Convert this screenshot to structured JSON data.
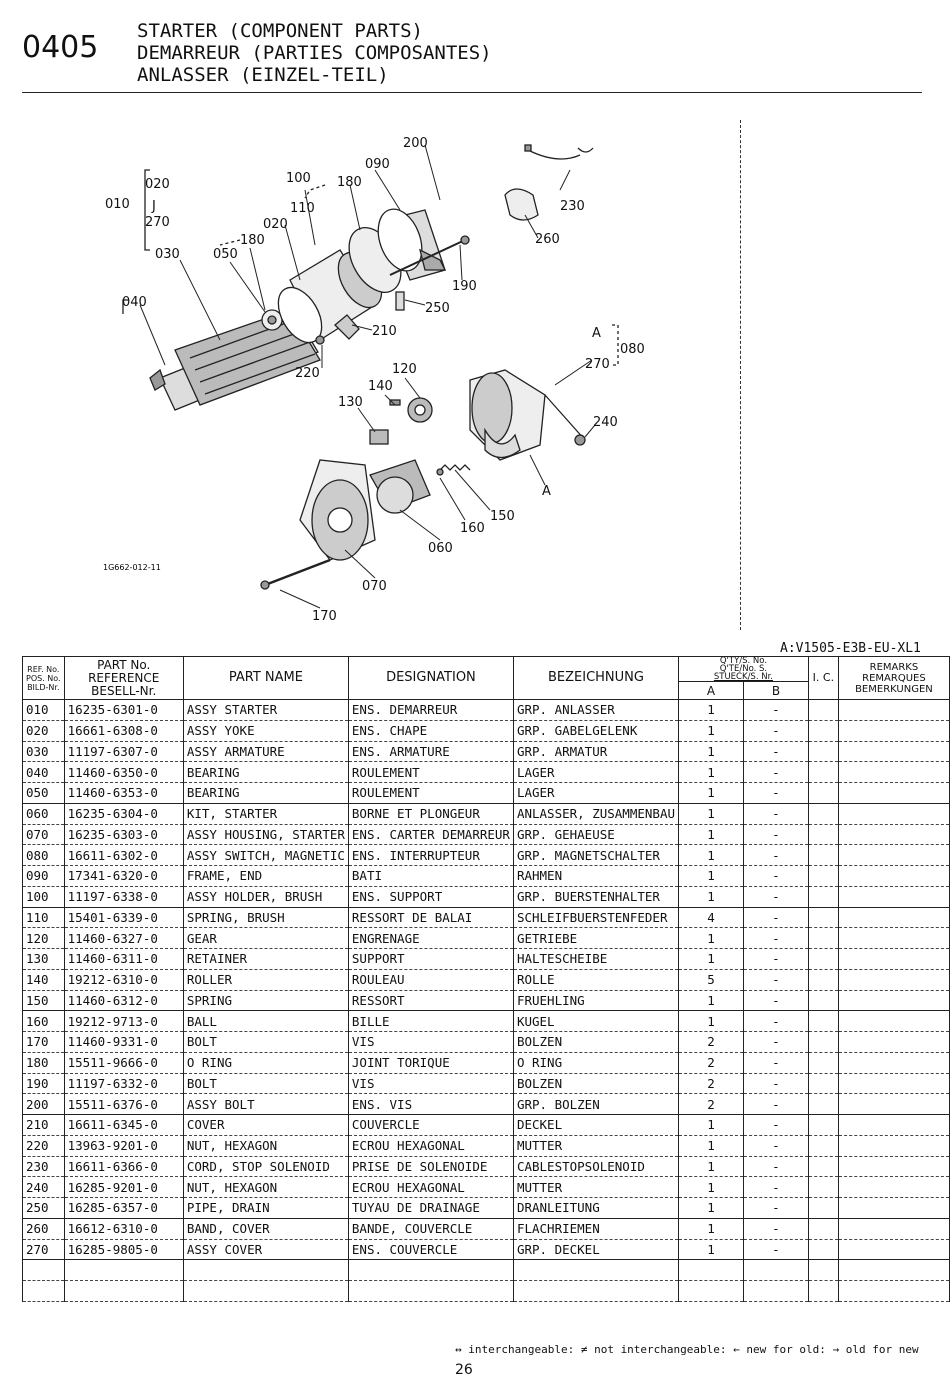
{
  "header": {
    "code": "0405",
    "title_en": "STARTER (COMPONENT PARTS)",
    "title_fr": "DEMARREUR (PARTIES COMPOSANTES)",
    "title_de": "ANLASSER  (EINZEL-TEIL)"
  },
  "diagram": {
    "image_code": "1G662-012-11",
    "labels": [
      "010",
      "020",
      "J",
      "270",
      "030",
      "040",
      "050",
      "180",
      "020",
      "100",
      "110",
      "180",
      "090",
      "200",
      "230",
      "260",
      "190",
      "250",
      "210",
      "220",
      "140",
      "120",
      "130",
      "A",
      "080",
      "270",
      "240",
      "A",
      "150",
      "160",
      "060",
      "070",
      "170"
    ]
  },
  "model_code": "A:V1505-E3B-EU-XL1",
  "table": {
    "headers": {
      "ref": [
        "REF. No.",
        "POS. No.",
        "BILD-Nr."
      ],
      "part_no": [
        "PART No.",
        "REFERENCE",
        "BESELL-Nr."
      ],
      "part_name": "PART NAME",
      "designation": "DESIGNATION",
      "bezeichnung": "BEZEICHNUNG",
      "qty": [
        "Q'TY/S. No.",
        "Q'TE/No. S.",
        "STUECK/S. Nr."
      ],
      "col_a": "A",
      "col_b": "B",
      "ic": "I. C.",
      "remarks": [
        "REMARKS",
        "REMARQUES",
        "BEMERKUNGEN"
      ]
    },
    "rows": [
      {
        "ref": "010",
        "part_no": "16235-6301-0",
        "name": "ASSY STARTER",
        "designation": "ENS. DEMARREUR",
        "bezeichnung": "GRP. ANLASSER",
        "a": "1",
        "b": "-"
      },
      {
        "ref": "020",
        "part_no": "16661-6308-0",
        "name": "ASSY YOKE",
        "designation": "ENS. CHAPE",
        "bezeichnung": "GRP. GABELGELENK",
        "a": "1",
        "b": "-"
      },
      {
        "ref": "030",
        "part_no": "11197-6307-0",
        "name": "ASSY ARMATURE",
        "designation": "ENS. ARMATURE",
        "bezeichnung": "GRP. ARMATUR",
        "a": "1",
        "b": "-"
      },
      {
        "ref": "040",
        "part_no": "11460-6350-0",
        "name": "BEARING",
        "designation": "ROULEMENT",
        "bezeichnung": "LAGER",
        "a": "1",
        "b": "-"
      },
      {
        "ref": "050",
        "part_no": "11460-6353-0",
        "name": "BEARING",
        "designation": "ROULEMENT",
        "bezeichnung": "LAGER",
        "a": "1",
        "b": "-"
      },
      {
        "ref": "060",
        "part_no": "16235-6304-0",
        "name": "KIT, STARTER",
        "designation": "BORNE ET PLONGEUR",
        "bezeichnung": "ANLASSER, ZUSAMMENBAU",
        "a": "1",
        "b": "-"
      },
      {
        "ref": "070",
        "part_no": "16235-6303-0",
        "name": "ASSY HOUSING, STARTER",
        "designation": "ENS. CARTER DEMARREUR",
        "bezeichnung": "GRP. GEHAEUSE",
        "a": "1",
        "b": "-"
      },
      {
        "ref": "080",
        "part_no": "16611-6302-0",
        "name": "ASSY SWITCH, MAGNETIC",
        "designation": "ENS. INTERRUPTEUR",
        "bezeichnung": "GRP. MAGNETSCHALTER",
        "a": "1",
        "b": "-"
      },
      {
        "ref": "090",
        "part_no": "17341-6320-0",
        "name": "FRAME, END",
        "designation": "BATI",
        "bezeichnung": "RAHMEN",
        "a": "1",
        "b": "-"
      },
      {
        "ref": "100",
        "part_no": "11197-6338-0",
        "name": "ASSY HOLDER, BRUSH",
        "designation": "ENS. SUPPORT",
        "bezeichnung": "GRP. BUERSTENHALTER",
        "a": "1",
        "b": "-"
      },
      {
        "ref": "110",
        "part_no": "15401-6339-0",
        "name": "SPRING, BRUSH",
        "designation": "RESSORT DE BALAI",
        "bezeichnung": "SCHLEIFBUERSTENFEDER",
        "a": "4",
        "b": "-"
      },
      {
        "ref": "120",
        "part_no": "11460-6327-0",
        "name": "GEAR",
        "designation": "ENGRENAGE",
        "bezeichnung": "GETRIEBE",
        "a": "1",
        "b": "-"
      },
      {
        "ref": "130",
        "part_no": "11460-6311-0",
        "name": "RETAINER",
        "designation": "SUPPORT",
        "bezeichnung": "HALTESCHEIBE",
        "a": "1",
        "b": "-"
      },
      {
        "ref": "140",
        "part_no": "19212-6310-0",
        "name": "ROLLER",
        "designation": "ROULEAU",
        "bezeichnung": "ROLLE",
        "a": "5",
        "b": "-"
      },
      {
        "ref": "150",
        "part_no": "11460-6312-0",
        "name": "SPRING",
        "designation": "RESSORT",
        "bezeichnung": "FRUEHLING",
        "a": "1",
        "b": "-"
      },
      {
        "ref": "160",
        "part_no": "19212-9713-0",
        "name": "BALL",
        "designation": "BILLE",
        "bezeichnung": "KUGEL",
        "a": "1",
        "b": "-"
      },
      {
        "ref": "170",
        "part_no": "11460-9331-0",
        "name": "BOLT",
        "designation": "VIS",
        "bezeichnung": "BOLZEN",
        "a": "2",
        "b": "-"
      },
      {
        "ref": "180",
        "part_no": "15511-9666-0",
        "name": "O RING",
        "designation": "JOINT TORIQUE",
        "bezeichnung": "O RING",
        "a": "2",
        "b": "-"
      },
      {
        "ref": "190",
        "part_no": "11197-6332-0",
        "name": "BOLT",
        "designation": "VIS",
        "bezeichnung": "BOLZEN",
        "a": "2",
        "b": "-"
      },
      {
        "ref": "200",
        "part_no": "15511-6376-0",
        "name": "ASSY BOLT",
        "designation": "ENS. VIS",
        "bezeichnung": "GRP. BOLZEN",
        "a": "2",
        "b": "-"
      },
      {
        "ref": "210",
        "part_no": "16611-6345-0",
        "name": "COVER",
        "designation": "COUVERCLE",
        "bezeichnung": "DECKEL",
        "a": "1",
        "b": "-"
      },
      {
        "ref": "220",
        "part_no": "13963-9201-0",
        "name": "NUT, HEXAGON",
        "designation": "ECROU HEXAGONAL",
        "bezeichnung": "MUTTER",
        "a": "1",
        "b": "-"
      },
      {
        "ref": "230",
        "part_no": "16611-6366-0",
        "name": "CORD, STOP SOLENOID",
        "designation": "PRISE DE SOLENOIDE",
        "bezeichnung": "CABLESTOPSOLENOID",
        "a": "1",
        "b": "-"
      },
      {
        "ref": "240",
        "part_no": "16285-9201-0",
        "name": "NUT, HEXAGON",
        "designation": "ECROU HEXAGONAL",
        "bezeichnung": "MUTTER",
        "a": "1",
        "b": "-"
      },
      {
        "ref": "250",
        "part_no": "16285-6357-0",
        "name": "PIPE, DRAIN",
        "designation": "TUYAU DE DRAINAGE",
        "bezeichnung": "DRANLEITUNG",
        "a": "1",
        "b": "-"
      },
      {
        "ref": "260",
        "part_no": "16612-6310-0",
        "name": "BAND, COVER",
        "designation": "BANDE, COUVERCLE",
        "bezeichnung": "FLACHRIEMEN",
        "a": "1",
        "b": "-"
      },
      {
        "ref": "270",
        "part_no": "16285-9805-0",
        "name": "ASSY COVER",
        "designation": "ENS. COUVERCLE",
        "bezeichnung": "GRP. DECKEL",
        "a": "1",
        "b": "-"
      },
      {
        "ref": "",
        "part_no": "",
        "name": "",
        "designation": "",
        "bezeichnung": "",
        "a": "",
        "b": ""
      },
      {
        "ref": "",
        "part_no": "",
        "name": "",
        "designation": "",
        "bezeichnung": "",
        "a": "",
        "b": ""
      }
    ]
  },
  "footer": {
    "legend": "↔ interchangeable: ≠ not interchangeable: ← new for old: → old for new",
    "page": "26"
  }
}
